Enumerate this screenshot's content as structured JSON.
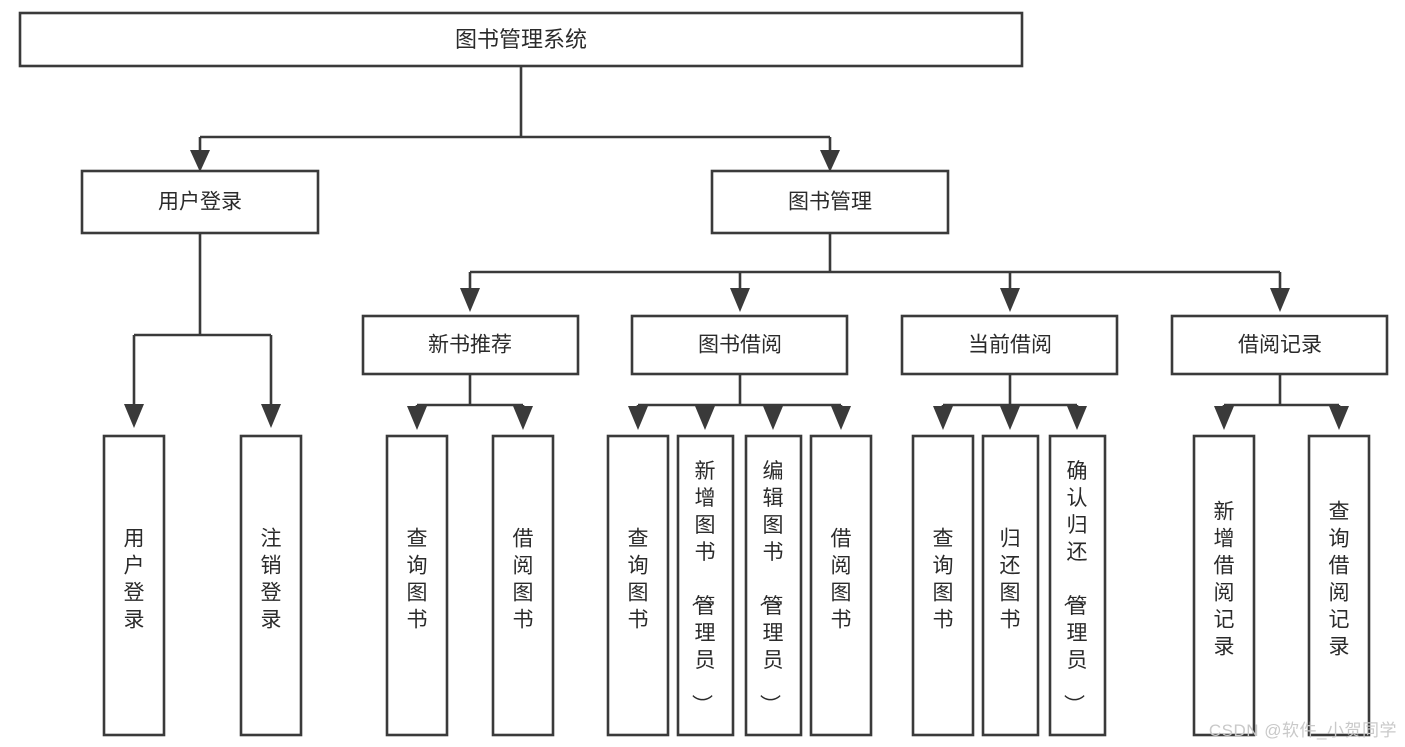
{
  "diagram": {
    "title": "图书管理系统",
    "type": "hierarchy-tree",
    "watermark": "CSDN @软件_小贺同学",
    "colors": {
      "stroke": "#3a3a3a",
      "fill": "#ffffff",
      "text": "#2b2b2b",
      "watermark": "#c9c9c9"
    },
    "levels": {
      "root": {
        "label": "图书管理系统"
      },
      "level2": [
        {
          "id": "user-login",
          "label": "用户登录"
        },
        {
          "id": "book-management",
          "label": "图书管理"
        }
      ],
      "level3": [
        {
          "id": "new-book-recommend",
          "label": "新书推荐",
          "parent": "book-management"
        },
        {
          "id": "book-borrow",
          "label": "图书借阅",
          "parent": "book-management"
        },
        {
          "id": "current-borrow",
          "label": "当前借阅",
          "parent": "book-management"
        },
        {
          "id": "borrow-record",
          "label": "借阅记录",
          "parent": "book-management"
        }
      ],
      "leaves": [
        {
          "id": "leaf-user-login",
          "label": "用户登录",
          "parent": "user-login"
        },
        {
          "id": "leaf-user-logout",
          "label": "注销登录",
          "parent": "user-login"
        },
        {
          "id": "leaf-query-book-1",
          "label": "查询图书",
          "parent": "new-book-recommend"
        },
        {
          "id": "leaf-borrow-book-1",
          "label": "借阅图书",
          "parent": "new-book-recommend"
        },
        {
          "id": "leaf-query-book-2",
          "label": "查询图书",
          "parent": "book-borrow"
        },
        {
          "id": "leaf-add-book",
          "label": "新增图书（管理员）",
          "parent": "book-borrow"
        },
        {
          "id": "leaf-edit-book",
          "label": "编辑图书（管理员）",
          "parent": "book-borrow"
        },
        {
          "id": "leaf-borrow-book-2",
          "label": "借阅图书",
          "parent": "book-borrow"
        },
        {
          "id": "leaf-query-book-3",
          "label": "查询图书",
          "parent": "current-borrow"
        },
        {
          "id": "leaf-return-book",
          "label": "归还图书",
          "parent": "current-borrow"
        },
        {
          "id": "leaf-confirm-return",
          "label": "确认归还（管理员）",
          "parent": "current-borrow"
        },
        {
          "id": "leaf-add-record",
          "label": "新增借阅记录",
          "parent": "borrow-record"
        },
        {
          "id": "leaf-query-record",
          "label": "查询借阅记录",
          "parent": "borrow-record"
        }
      ]
    }
  }
}
